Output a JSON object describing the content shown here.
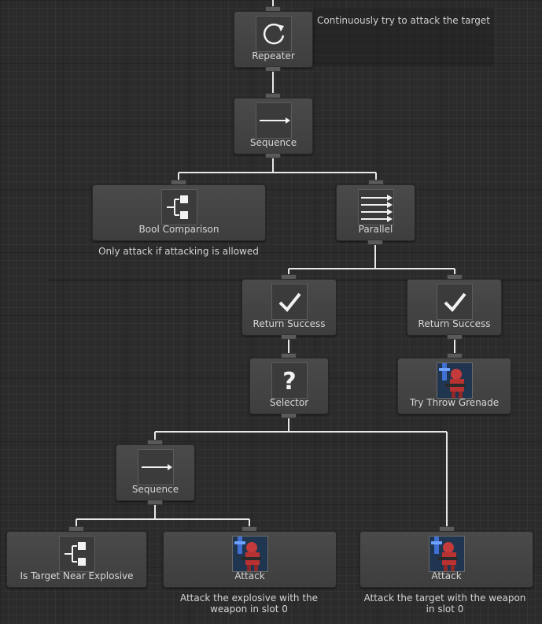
{
  "comment": {
    "text": "Continuously try to attack the target"
  },
  "nodes": {
    "repeater": {
      "label": "Repeater",
      "icon": "repeat-icon"
    },
    "sequence_top": {
      "label": "Sequence",
      "icon": "sequence-arrow-icon"
    },
    "bool_comparison": {
      "label": "Bool Comparison",
      "icon": "conditional-branch-icon",
      "comment": "Only attack if attacking is allowed"
    },
    "parallel": {
      "label": "Parallel",
      "icon": "parallel-arrows-icon"
    },
    "return_success_left": {
      "label": "Return Success",
      "icon": "checkmark-icon"
    },
    "return_success_right": {
      "label": "Return Success",
      "icon": "checkmark-icon"
    },
    "selector": {
      "label": "Selector",
      "icon": "question-mark-icon"
    },
    "try_throw_grenade": {
      "label": "Try Throw Grenade",
      "icon": "soldier-portrait-icon"
    },
    "sequence_inner": {
      "label": "Sequence",
      "icon": "sequence-arrow-icon"
    },
    "is_target_near_explosive": {
      "label": "Is Target Near Explosive",
      "icon": "conditional-branch-icon"
    },
    "attack_explosive": {
      "label": "Attack",
      "icon": "soldier-portrait-icon",
      "comment": "Attack the explosive with the weapon in slot 0"
    },
    "attack_target": {
      "label": "Attack",
      "icon": "soldier-portrait-icon",
      "comment": "Attack the target with the weapon in slot 0"
    }
  },
  "colors": {
    "background": "#2b2b2b",
    "node": "#454545",
    "connection": "#e8e8e8"
  }
}
